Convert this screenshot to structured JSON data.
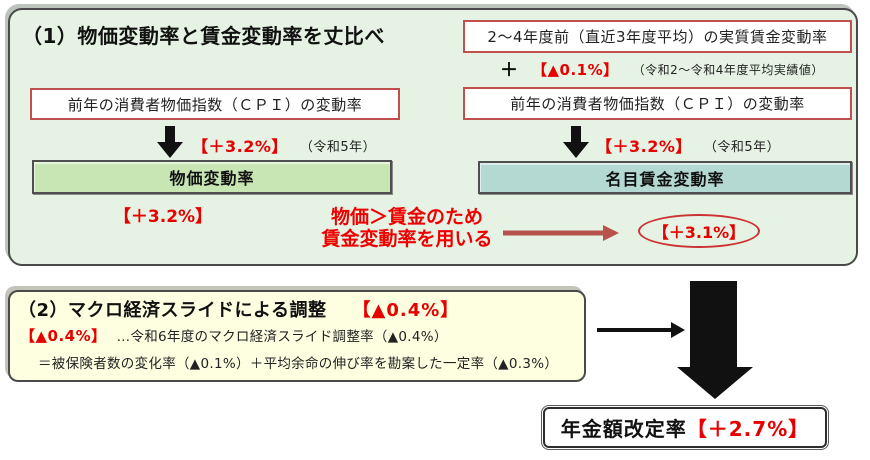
{
  "section1": {
    "title": "（1）物価変動率と賃金変動率を丈比べ",
    "left": {
      "cpi_box_label": "前年の消費者物価指数（ＣＰＩ）の変動率",
      "rate": "【＋3.2%】",
      "rate_note": "（令和5年）",
      "result_label": "物価変動率",
      "result_rate": "【＋3.2%】"
    },
    "right": {
      "wage_box_label": "2～4年度前（直近3年度平均）の実質賃金変動率",
      "plus": "＋",
      "adjust_rate": "【▲0.1%】",
      "adjust_note": "（令和2～令和4年度平均実績値）",
      "cpi_box_label": "前年の消費者物価指数（ＣＰＩ）の変動率",
      "rate": "【＋3.2%】",
      "rate_note": "（令和5年）",
      "result_label": "名目賃金変動率"
    },
    "comparison": {
      "line1": "物価＞賃金のため",
      "line2": "賃金変動率を用いる",
      "oval_value": "【＋3.1%】"
    }
  },
  "section2": {
    "title": "（2）マクロ経済スライドによる調整",
    "title_rate": "【▲0.4%】",
    "row2_label": "【▲0.4%】",
    "row2_text": "…令和6年度のマクロ経済スライド調整率（▲0.4%）",
    "row3_text": "＝被保険者数の変化率（▲0.1%）＋平均余命の伸び率を勘案した一定率（▲0.3%）"
  },
  "result": {
    "label": "年金額改定率",
    "value": "【＋2.7%】"
  },
  "colors": {
    "accent_red_text": "#e60000",
    "red_box_border": "#c0504d",
    "panel_green_bg": "#e6f3e4",
    "price_bar_bg": "#c8e5b4",
    "wage_bar_bg": "#b3d9d2",
    "panel_yellow_bg": "#feffe1",
    "compare_arrow_red": "#b5534c",
    "oval_border_red": "#cc3333"
  }
}
